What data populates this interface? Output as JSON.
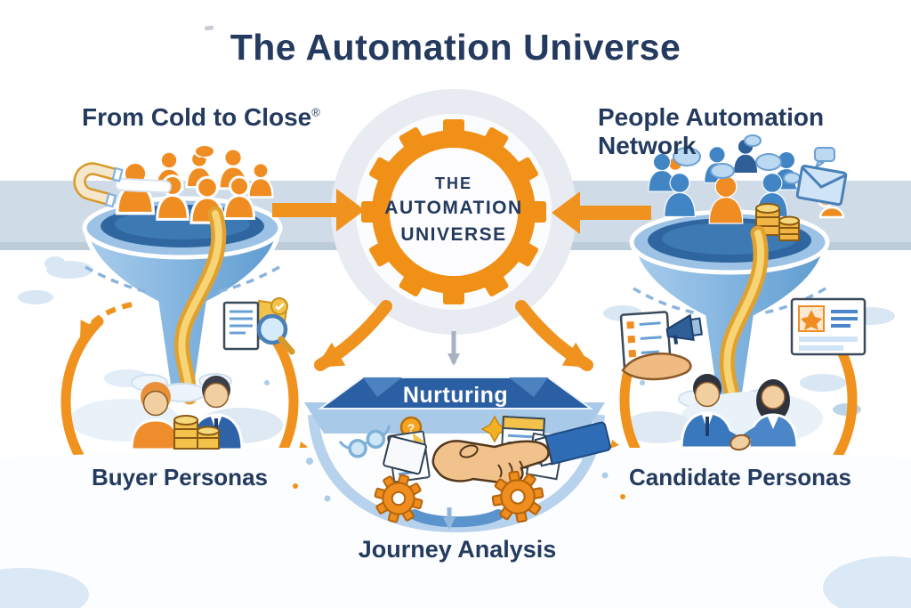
{
  "title": "The Automation Universe",
  "left": {
    "heading": "From Cold to Close",
    "trademark": "®",
    "persona_label": "Buyer Personas"
  },
  "right": {
    "heading": "People Automation Network",
    "persona_label": "Candidate Personas"
  },
  "hub": {
    "line1": "THE",
    "line2": "AUTOMATION",
    "line3": "UNIVERSE"
  },
  "nurturing": {
    "banner_label": "Nurturing",
    "coin_glyph": "?"
  },
  "journey": {
    "label": "Journey Analysis"
  },
  "icons": {
    "hub-gear-icon": "orange gear ring",
    "funnel-icon": "blue marketing funnel",
    "magnet-icon": "horseshoe magnet",
    "lead-person-icon": "person silhouette",
    "speech-bubble-icon": "chat bubble",
    "envelope-icon": "mail envelope",
    "coin-stack-icon": "stacked coins",
    "document-search-icon": "documents with magnifying glass",
    "checklist-hand-icon": "hand holding checklist",
    "megaphone-icon": "megaphone",
    "profile-card-icon": "profile card with star",
    "handshake-icon": "handshake",
    "gear-icon": "orange cog",
    "document-icon": "paper document",
    "glasses-icon": "spectacles",
    "question-coin-icon": "coin with question mark",
    "star-icon": "four point star",
    "flow-arrow-icon": "orange flow arrow",
    "down-arrow-icon": "small downward arrow"
  },
  "colors": {
    "navy": "#243a5e",
    "orange": "#f0901e",
    "orange_dark": "#c0700f",
    "funnel_light": "#a9cdec",
    "funnel_mid": "#7fb2de",
    "funnel_deep": "#2f669f",
    "band": "#cfdce8",
    "ring_gray": "#e8ebf1",
    "banner_blue": "#2b5fa3",
    "bowl_blue": "#b7d2ec",
    "gold": "#f2c24a",
    "skin": "#f2cfa0",
    "bubble": "#c6ddf2",
    "cloud": "#d9e7f5",
    "white": "#ffffff"
  }
}
